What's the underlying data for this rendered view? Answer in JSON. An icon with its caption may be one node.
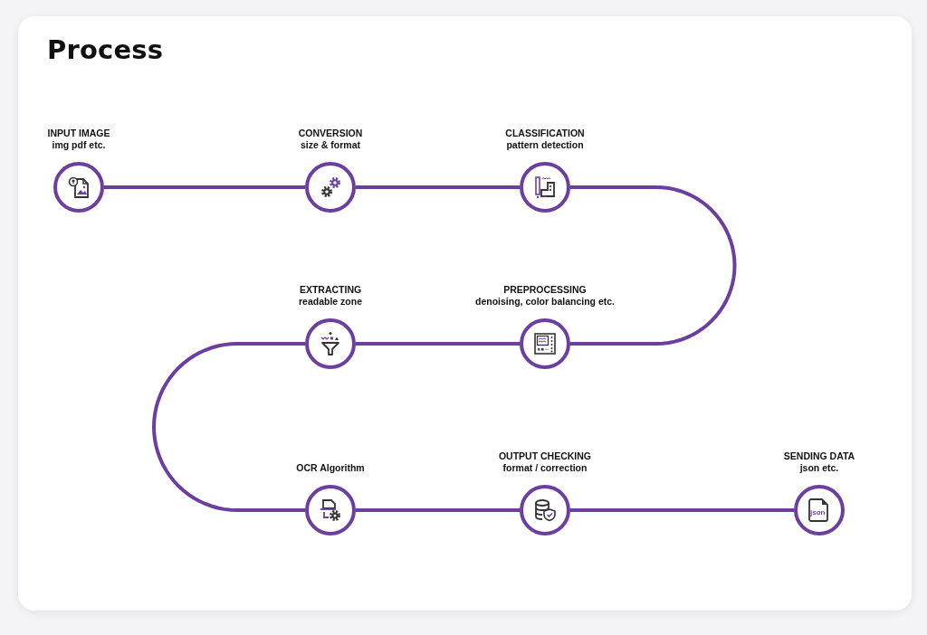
{
  "diagram": {
    "title": "Process",
    "nodes": [
      {
        "text": [
          "INPUT IMAGE",
          "img pdf etc."
        ]
      },
      {
        "text": [
          "CONVERSION",
          "size & format"
        ]
      },
      {
        "text": [
          "CLASSIFICATION",
          "pattern detection"
        ]
      },
      {
        "text": [
          "EXTRACTING",
          "readable zone"
        ]
      },
      {
        "text": [
          "PREPROCESSING",
          "denoising, color balancing etc."
        ]
      },
      {
        "text": [
          "OCR Algorithm"
        ]
      },
      {
        "text": [
          "OUTPUT CHECKING",
          "format / correction"
        ]
      },
      {
        "text": [
          "SENDING DATA",
          "json etc."
        ]
      }
    ],
    "edges": [
      {
        "from": 0,
        "to": 1,
        "arrow": "none"
      },
      {
        "from": 1,
        "to": 2,
        "arrow": "none"
      },
      {
        "from": 2,
        "to": 4,
        "arrow": "none"
      },
      {
        "from": 4,
        "to": 3,
        "arrow": "none"
      },
      {
        "from": 3,
        "to": 5,
        "arrow": "none"
      },
      {
        "from": 5,
        "to": 6,
        "arrow": "none"
      },
      {
        "from": 6,
        "to": 7,
        "arrow": "none"
      }
    ],
    "labels": [
      "json"
    ]
  }
}
